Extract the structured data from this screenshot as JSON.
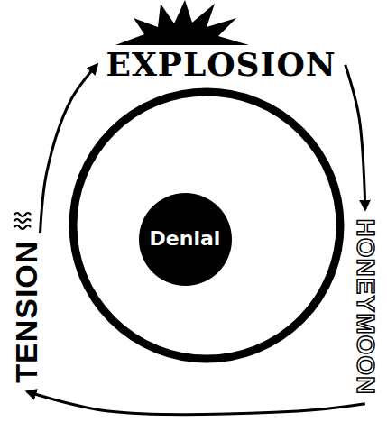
{
  "diagram": {
    "nodes": [
      {
        "text": [
          "EXPLOSION"
        ]
      },
      {
        "text": [
          "TENSION"
        ]
      },
      {
        "text": [
          "Denial"
        ]
      },
      {
        "text": [
          "HONEYMOON"
        ]
      }
    ],
    "edges": [
      {
        "from": 1,
        "to": 0,
        "arrow": "to"
      },
      {
        "from": 0,
        "to": 3,
        "arrow": "to"
      },
      {
        "from": 3,
        "to": 1,
        "arrow": "to"
      }
    ]
  }
}
